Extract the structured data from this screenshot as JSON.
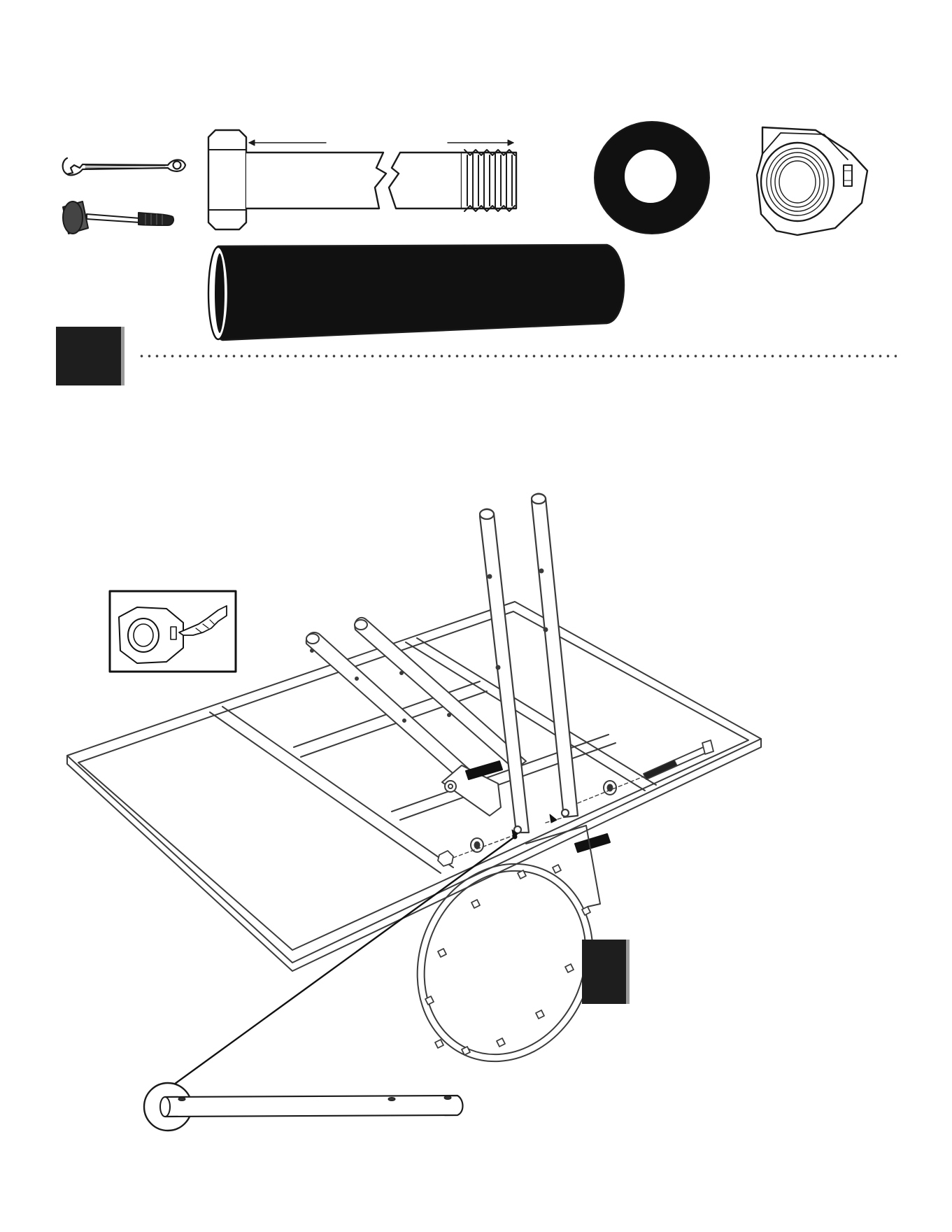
{
  "page": {
    "background": "#ffffff",
    "ink": "#1a1a1a",
    "accent_gray": "#9a9a9a"
  },
  "hardware": {
    "tools": [
      "wrench-icon",
      "mallet-icon"
    ],
    "parts": [
      "bolt-icon",
      "spacer-sleeve-icon",
      "washer-icon",
      "lock-nut-icon"
    ]
  },
  "illustration": {
    "components": [
      "backboard-frame",
      "support-arms",
      "rim-assembly",
      "carriage-bolts",
      "pole-detail"
    ]
  }
}
